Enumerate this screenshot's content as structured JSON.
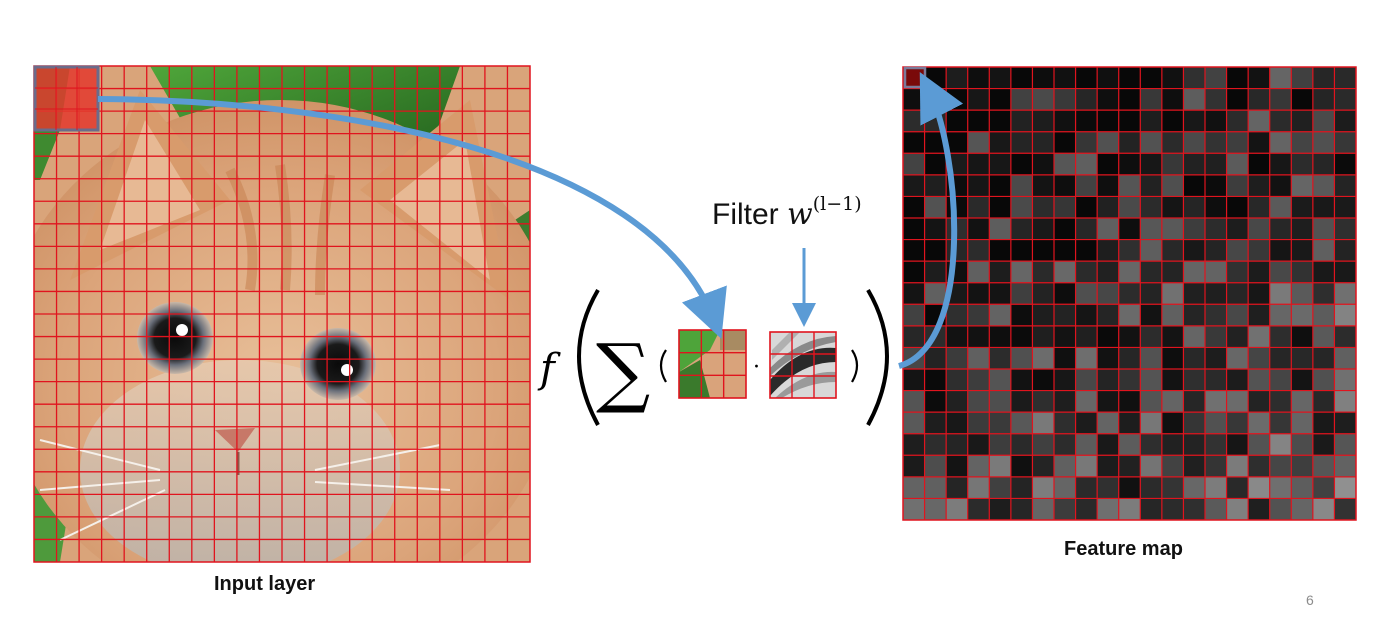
{
  "captions": {
    "input_layer": "Input layer",
    "feature_map": "Feature map"
  },
  "filter_label": {
    "text": "Filter",
    "symbol": "w",
    "superscript": "(l−1)"
  },
  "formula": {
    "function": "f",
    "sum": "∑",
    "dot": "·"
  },
  "page_number": "6",
  "colors": {
    "grid_line": "#e0141e",
    "arrow": "#5b9bd5",
    "highlight_fill": "#e23a2e",
    "highlight_border": "#6b6b8a",
    "feature_highlight": "#7a0a0a",
    "feature_background": "#0c0c0c"
  },
  "input_grid": {
    "rows": 22,
    "cols": 22
  },
  "feature_grid": {
    "rows": 21,
    "cols": 21
  },
  "patch_grid": {
    "rows": 3,
    "cols": 3
  }
}
